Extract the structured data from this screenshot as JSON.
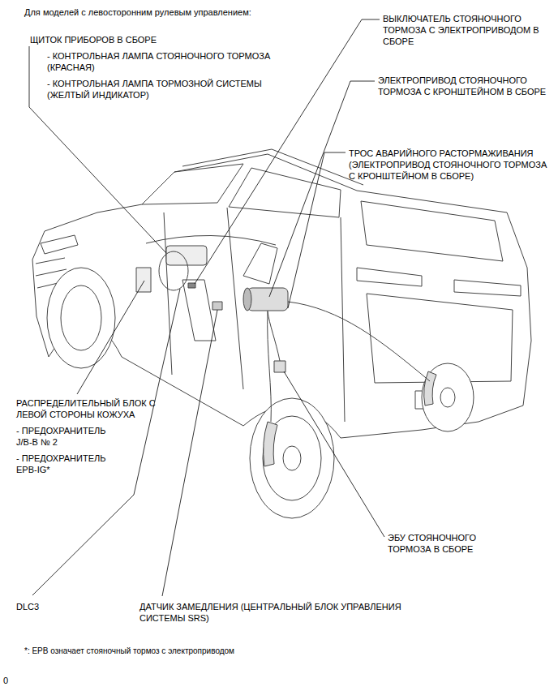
{
  "diagram": {
    "title": "Для моделей с левосторонним рулевым управлением:",
    "labels": [
      "ЩИТОК ПРИБОРОВ В СБОРЕ",
      "- КОНТРОЛЬНАЯ ЛАМПА СТОЯНОЧНОГО ТОРМОЗА (КРАСНАЯ)",
      "- КОНТРОЛЬНАЯ ЛАМПА ТОРМОЗНОЙ СИСТЕМЫ (ЖЕЛТЫЙ ИНДИКАТОР)",
      "ВЫКЛЮЧАТЕЛЬ СТОЯНОЧНОГО ТОРМОЗА С ЭЛЕКТРОПРИВОДОМ В СБОРЕ",
      "ЭЛЕКТРОПРИВОД СТОЯНОЧНОГО ТОРМОЗА С КРОНШТЕЙНОМ В СБОРЕ",
      "ТРОС АВАРИЙНОГО РАСТОРМАЖИВАНИЯ (ЭЛЕКТРОПРИВОД СТОЯНОЧНОГО ТОРМОЗА С КРОНШТЕЙНОМ В СБОРЕ)",
      "РАСПРЕДЕЛИТЕЛЬНЫЙ БЛОК С ЛЕВОЙ СТОРОНЫ КОЖУХА",
      "- ПРЕДОХРАНИТЕЛЬ J/B-B № 2",
      "- ПРЕДОХРАНИТЕЛЬ EPB-IG*",
      "ЭБУ СТОЯНОЧНОГО ТОРМОЗА В СБОРЕ",
      "DLC3",
      "ДАТЧИК ЗАМЕДЛЕНИЯ (ЦЕНТРАЛЬНЫЙ БЛОК УПРАВЛЕНИЯ СИСТЕМЫ SRS)",
      "*: EPB означает стояночный тормоз с электроприводом",
      "0"
    ]
  }
}
